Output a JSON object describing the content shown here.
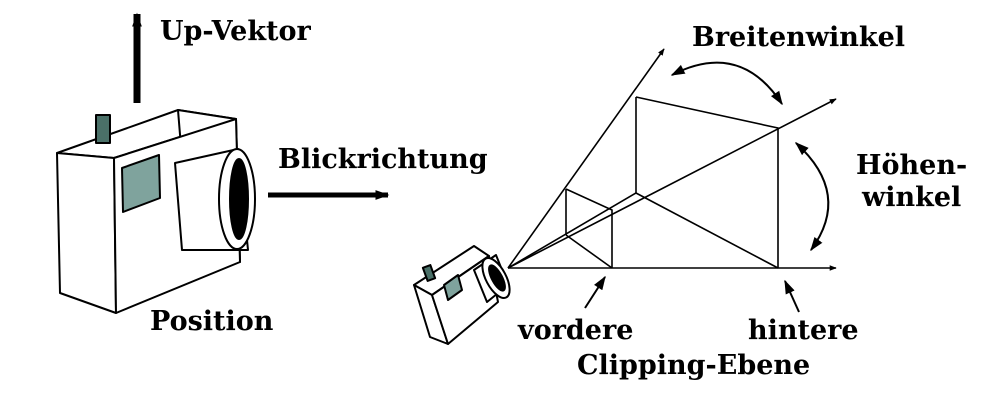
{
  "colors": {
    "ink": "#000000",
    "paper": "#ffffff",
    "viewfinder": "#7fa39d",
    "flash": "#4a7068"
  },
  "labels": {
    "up_vector": "Up-Vektor",
    "view_direction": "Blickrichtung",
    "position": "Position",
    "width_angle": "Breitenwinkel",
    "height_angle_line1": "Höhen-",
    "height_angle_line2": "winkel",
    "near": "vordere",
    "far": "hintere",
    "clipping_plane": "Clipping-Ebene"
  }
}
